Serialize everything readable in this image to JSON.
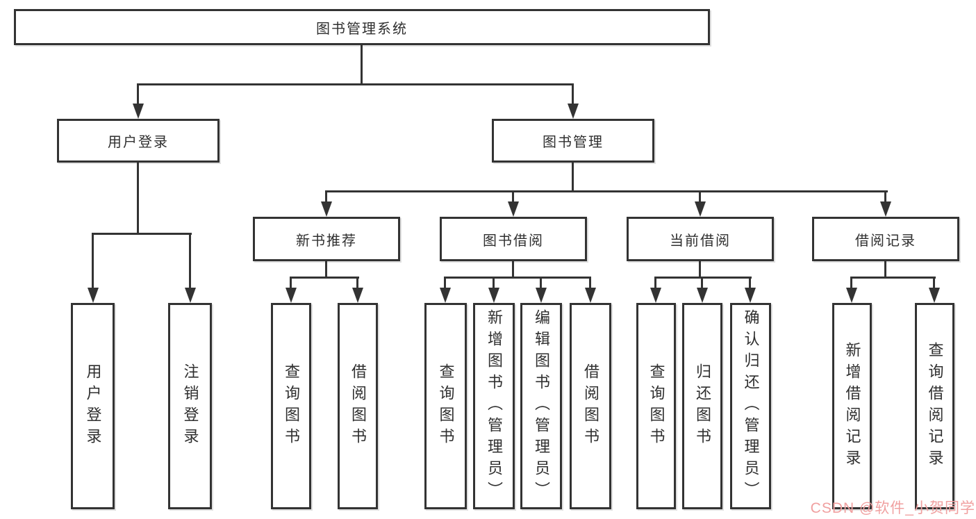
{
  "colors": {
    "line": "#333333",
    "text": "#2f2f2f",
    "background": "#ffffff",
    "box_fill": "#ffffff",
    "watermark": "#f0a0a0"
  },
  "tree": {
    "root": {
      "label": "图书管理系统"
    },
    "level2": [
      {
        "label": "用户登录"
      },
      {
        "label": "图书管理"
      }
    ],
    "level3": [
      {
        "label": "新书推荐"
      },
      {
        "label": "图书借阅"
      },
      {
        "label": "当前借阅"
      },
      {
        "label": "借阅记录"
      }
    ],
    "leaves": {
      "user_login": [
        "用户登录",
        "注销登录"
      ],
      "new_books": [
        "查询图书",
        "借阅图书"
      ],
      "book_borrow": [
        "查询图书",
        "新增图书（管理员）",
        "编辑图书（管理员）",
        "借阅图书"
      ],
      "current_borrow": [
        "查询图书",
        "归还图书",
        "确认归还（管理员）"
      ],
      "borrow_records": [
        "新增借阅记录",
        "查询借阅记录"
      ]
    }
  },
  "watermark": {
    "text": "CSDN @软件_小贺同学"
  }
}
